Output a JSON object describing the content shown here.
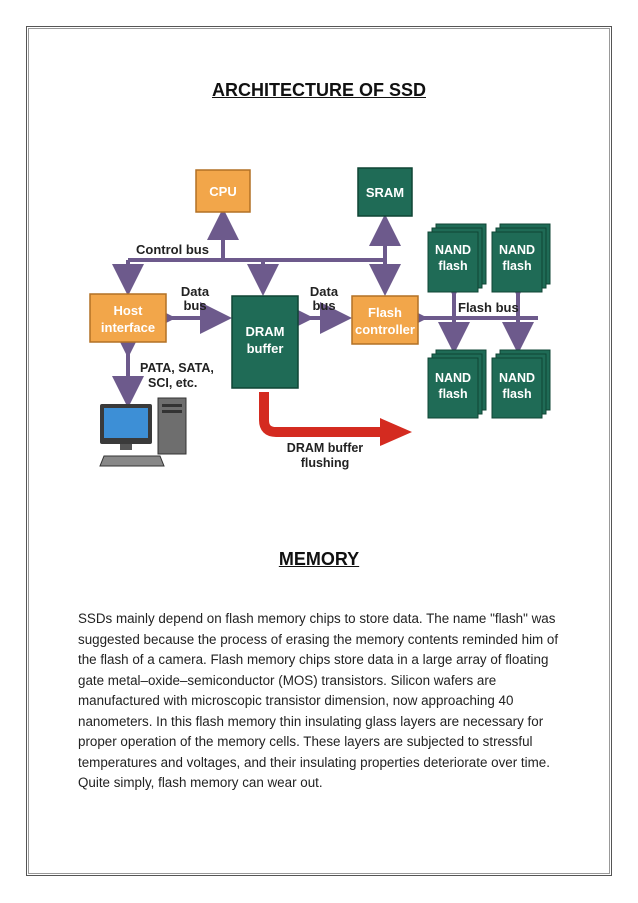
{
  "document": {
    "title": "ARCHITECTURE OF SSD",
    "section_heading": "MEMORY",
    "paragraph": "SSDs mainly depend on flash memory chips to store data. The name \"flash\" was suggested because the process of erasing the memory contents reminded him of the flash of a camera. Flash memory chips store data in a large array of floating gate metal–oxide–semiconductor (MOS) transistors. Silicon wafers are manufactured with microscopic transistor dimension, now approaching 40 nanometers. In this flash memory thin insulating glass layers are necessary for proper operation of the memory cells. These layers are subjected to stressful temperatures and voltages, and their insulating properties deteriorate over time. Quite simply, flash memory can wear out."
  },
  "diagram": {
    "cpu_label": "CPU",
    "sram_label": "SRAM",
    "host_label_1": "Host",
    "host_label_2": "interface",
    "dram_label_1": "DRAM",
    "dram_label_2": "buffer",
    "flash_ctrl_label_1": "Flash",
    "flash_ctrl_label_2": "controller",
    "nand_label_1": "NAND",
    "nand_label_2": "flash",
    "control_bus_label": "Control bus",
    "data_bus_1": "Data",
    "data_bus_2": "bus",
    "flash_bus_label": "Flash bus",
    "pata_label_1": "PATA, SATA,",
    "pata_label_2": "SCI, etc.",
    "flush_label_1": "DRAM buffer",
    "flush_label_2": "flushing"
  },
  "colors": {
    "orange_box": "#f2a64a",
    "green_box": "#1f6b56",
    "arrow_purple": "#6d5a8c",
    "flush_red": "#d42b20"
  }
}
